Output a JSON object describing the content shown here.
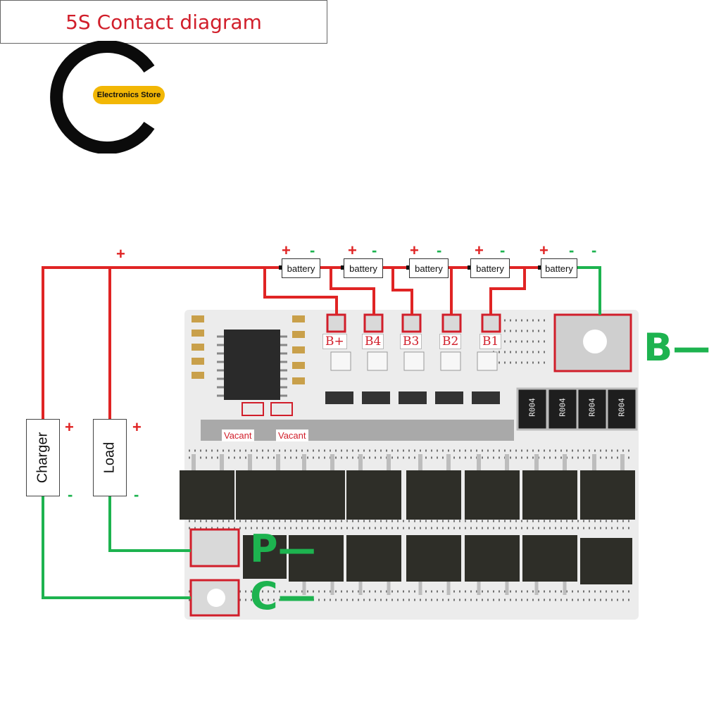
{
  "logo": {
    "text": "Electronics Store",
    "badge_color": "#f2b705"
  },
  "title": "5S Contact diagram",
  "batteries": [
    "battery",
    "battery",
    "battery",
    "battery",
    "battery"
  ],
  "top_plus": "+",
  "pads": [
    "B+",
    "B4",
    "B3",
    "B2",
    "B1"
  ],
  "vacant": [
    "Vacant",
    "Vacant"
  ],
  "resistors": [
    "R004",
    "R004",
    "R004",
    "R004"
  ],
  "charger": "Charger",
  "load": "Load",
  "plus": "+",
  "minus": "-",
  "terminals": {
    "b": "B—",
    "p": "P—",
    "c": "C—"
  },
  "colors": {
    "positive": "#e02424",
    "negative": "#1db34f",
    "highlight": "#d11e2a",
    "board": "#e9e9e9",
    "mosfet": "#2e2e28"
  }
}
